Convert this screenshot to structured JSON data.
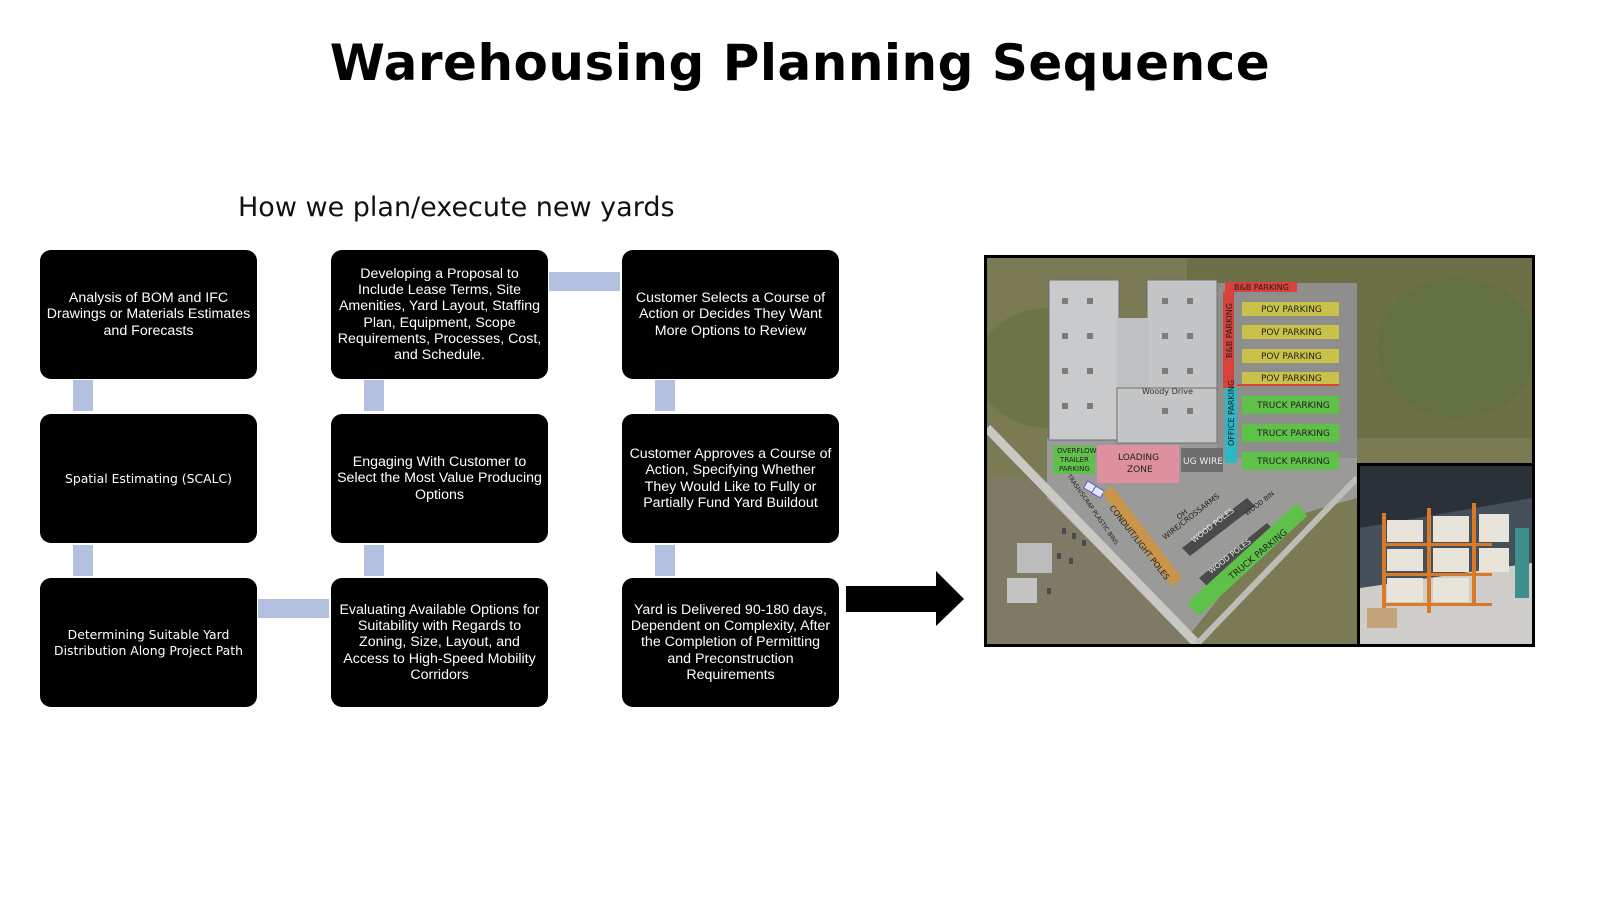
{
  "title": "Warehousing Planning Sequence",
  "subtitle": "How we plan/execute new yards",
  "steps": [
    {
      "id": "step-1",
      "text": "Analysis of BOM and IFC Drawings or Materials Estimates and Forecasts"
    },
    {
      "id": "step-2",
      "text": "Spatial Estimating (SCALC)"
    },
    {
      "id": "step-3",
      "text": "Determining Suitable Yard Distribution Along Project Path"
    },
    {
      "id": "step-4",
      "text": "Evaluating Available Options for Suitability with Regards to Zoning, Size, Layout, and Access to High-Speed Mobility Corridors"
    },
    {
      "id": "step-5",
      "text": "Engaging With Customer to Select the Most Value Producing Options"
    },
    {
      "id": "step-6",
      "text": "Developing a Proposal to Include Lease Terms, Site Amenities, Yard Layout, Staffing Plan, Equipment, Scope Requirements, Processes, Cost, and Schedule."
    },
    {
      "id": "step-7",
      "text": "Customer Selects a Course of Action or Decides They Want More Options to Review"
    },
    {
      "id": "step-8",
      "text": "Customer Approves a Course of Action, Specifying Whether They Would Like to Fully or Partially Fund Yard Buildout"
    },
    {
      "id": "step-9",
      "text": "Yard is Delivered 90-180 days, Dependent on Complexity, After the Completion of Permitting and Preconstruction Requirements"
    }
  ],
  "map_labels": {
    "bb_parking": "B&B PARKING",
    "bb_parking_v": "B&B PARKING",
    "pov_parking": "POV PARKING",
    "truck_parking": "TRUCK PARKING",
    "office_parking": "OFFICE PARKING",
    "loading_zone_1": "LOADING",
    "loading_zone_2": "ZONE",
    "ug_wire": "UG WIRE",
    "overflow_1": "OVERFLOW",
    "overflow_2": "TRAILER",
    "overflow_3": "PARKING",
    "conduit": "CONDUIT/LIGHT POLES",
    "oh_wire_1": "OH",
    "oh_wire_2": "WIRE/CROSSARMS",
    "wood_poles": "WOOD POLES",
    "wood_bin": "WOOD BIN",
    "plastic_bins": "TRASH/SCRAP PLASTIC BINS",
    "road": "Woody Drive"
  },
  "colors": {
    "box": "#000000",
    "connector": "#b4c0df",
    "pov": "#c9c24a",
    "truck": "#5fc04a",
    "bb": "#d9413c",
    "loading": "#e58fa0",
    "office": "#2bb7c6"
  }
}
